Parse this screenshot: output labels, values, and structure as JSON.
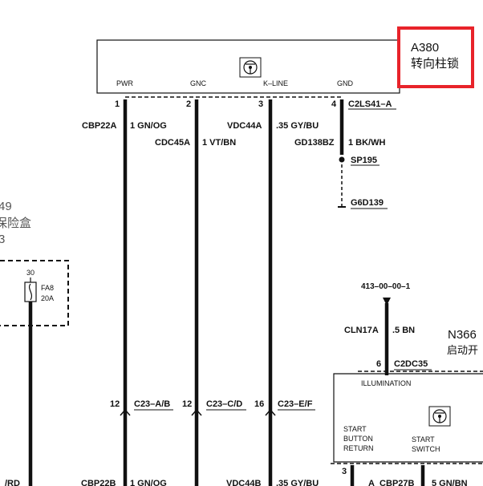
{
  "module_a380": {
    "id": "A380",
    "name": "转向柱锁",
    "highlight_color": "#e8232a",
    "pins": [
      {
        "number": "1",
        "label": "PWR"
      },
      {
        "number": "2",
        "label": "GNC"
      },
      {
        "number": "3",
        "label": "K–LINE"
      },
      {
        "number": "4",
        "label": "GND"
      }
    ],
    "connector": "C2LS41–A",
    "icon": "steering-wheel-icon"
  },
  "wires_upper": [
    {
      "circuit": "CBP22A",
      "spec": "1 GN/OG"
    },
    {
      "circuit": "CDC45A",
      "spec": "1 VT/BN"
    },
    {
      "circuit": "VDC44A",
      "spec": ".35 GY/BU"
    },
    {
      "circuit": "GD138BZ",
      "spec": "1 BK/WH"
    }
  ],
  "splice": "SP195",
  "ground": "G6D139",
  "c23_row": [
    {
      "pin": "12",
      "connector": "C23–A/B"
    },
    {
      "pin": "12",
      "connector": "C23–C/D"
    },
    {
      "pin": "16",
      "connector": "C23–E/F"
    }
  ],
  "wires_lower": [
    {
      "circuit": "CBP22B",
      "spec": "1 GN/OG"
    },
    {
      "circuit": "VDC44B",
      "spec": ".35 GY/BU"
    }
  ],
  "left_box": {
    "partial_id": "49",
    "partial_name": "保险盒",
    "partial_line3": "3",
    "terminal": "30",
    "fuse_id": "FA8",
    "fuse_rating": "20A",
    "bottom_partial": "/RD"
  },
  "module_n366": {
    "id": "N366",
    "name": "启动开",
    "ref": "413–00–00–1",
    "circuit": "CLN17A",
    "spec": ".5 BN",
    "pin": "6",
    "connector": "C2DC35",
    "labels": {
      "illumination": "ILLUMINATION",
      "start_button_line1": "START",
      "start_button_line2": "BUTTON",
      "start_button_line3": "RETURN",
      "start_switch_line1": "START",
      "start_switch_line2": "SWITCH"
    },
    "icon": "steering-wheel-icon",
    "bottom_pin": "3",
    "bottom_circuit": "A_CBP27B",
    "bottom_spec": "5 GN/BN"
  }
}
